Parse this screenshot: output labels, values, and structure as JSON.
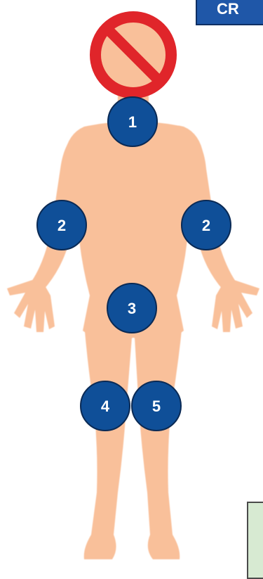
{
  "banner": {
    "text": "CR"
  },
  "colors": {
    "skin": "#f9c09a",
    "marker_fill": "#0f4f98",
    "marker_stroke": "#0a2a55",
    "prohibition": "#e0252a",
    "banner_bg": "#1f57a8",
    "corner_box": "#d7ead2"
  },
  "markers": [
    {
      "id": "neck",
      "label": "1"
    },
    {
      "id": "right-elbow",
      "label": "2"
    },
    {
      "id": "left-elbow",
      "label": "2"
    },
    {
      "id": "groin",
      "label": "3"
    },
    {
      "id": "right-knee",
      "label": "4"
    },
    {
      "id": "left-knee",
      "label": "5"
    }
  ],
  "icons": {
    "head_overlay": "prohibition-icon"
  }
}
